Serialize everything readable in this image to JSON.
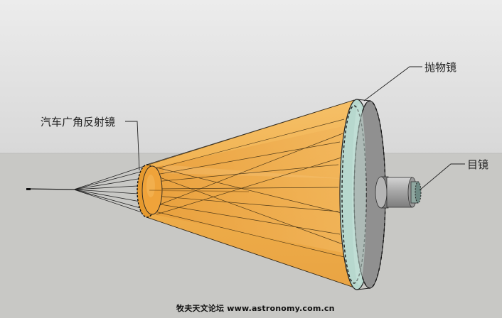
{
  "labels": {
    "wide_angle_mirror": "汽车广角反射镜",
    "parabolic_mirror": "抛物镜",
    "eyepiece": "目镜"
  },
  "watermark": "牧夫天文论坛 www.astronomy.com.cn",
  "colors": {
    "sky_top": "#e8e8e8",
    "sky_bottom": "#d9d9d9",
    "ground": "#c8c8c5",
    "cone_fill": "#f0b04a",
    "mirror_rim": "#b9d9d0",
    "mirror_back": "#8e8e8e",
    "eyepiece": "#a9a9a9"
  }
}
